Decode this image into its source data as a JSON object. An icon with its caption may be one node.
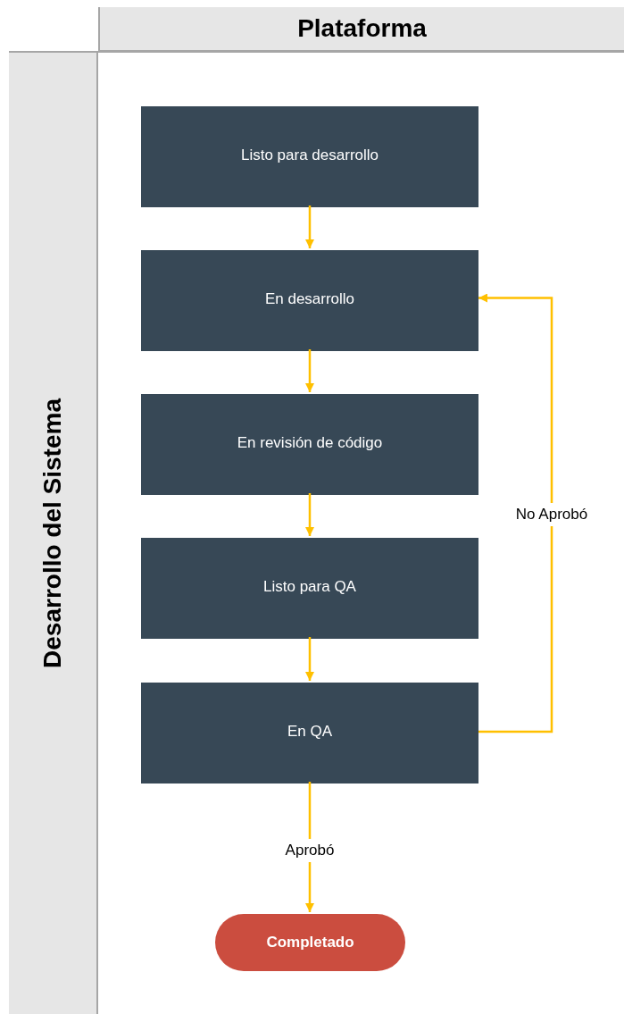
{
  "diagram": {
    "nodes": [
      {
        "text": [
          "Plataforma"
        ]
      },
      {
        "text": [
          "Desarrollo del Sistema"
        ]
      },
      {
        "text": [
          "Listo para desarrollo"
        ],
        "in": 1
      },
      {
        "text": [
          "En desarrollo"
        ],
        "in": 1
      },
      {
        "text": [
          "En revisión de código"
        ],
        "in": 1
      },
      {
        "text": [
          "Listo para QA"
        ],
        "in": 1
      },
      {
        "text": [
          "En QA"
        ],
        "in": 1
      },
      {
        "text": [
          "Completado"
        ],
        "in": 1
      }
    ],
    "edges": [
      {
        "from": 2,
        "to": 3,
        "arrow": "to"
      },
      {
        "from": 3,
        "to": 4,
        "arrow": "to"
      },
      {
        "from": 4,
        "to": 5,
        "arrow": "to"
      },
      {
        "from": 5,
        "to": 6,
        "arrow": "to"
      },
      {
        "from": 6,
        "to": 7,
        "arrow": "to",
        "label": "Aprobó"
      },
      {
        "from": 6,
        "to": 3,
        "arrow": "to",
        "label": "No Aprobó"
      }
    ]
  }
}
